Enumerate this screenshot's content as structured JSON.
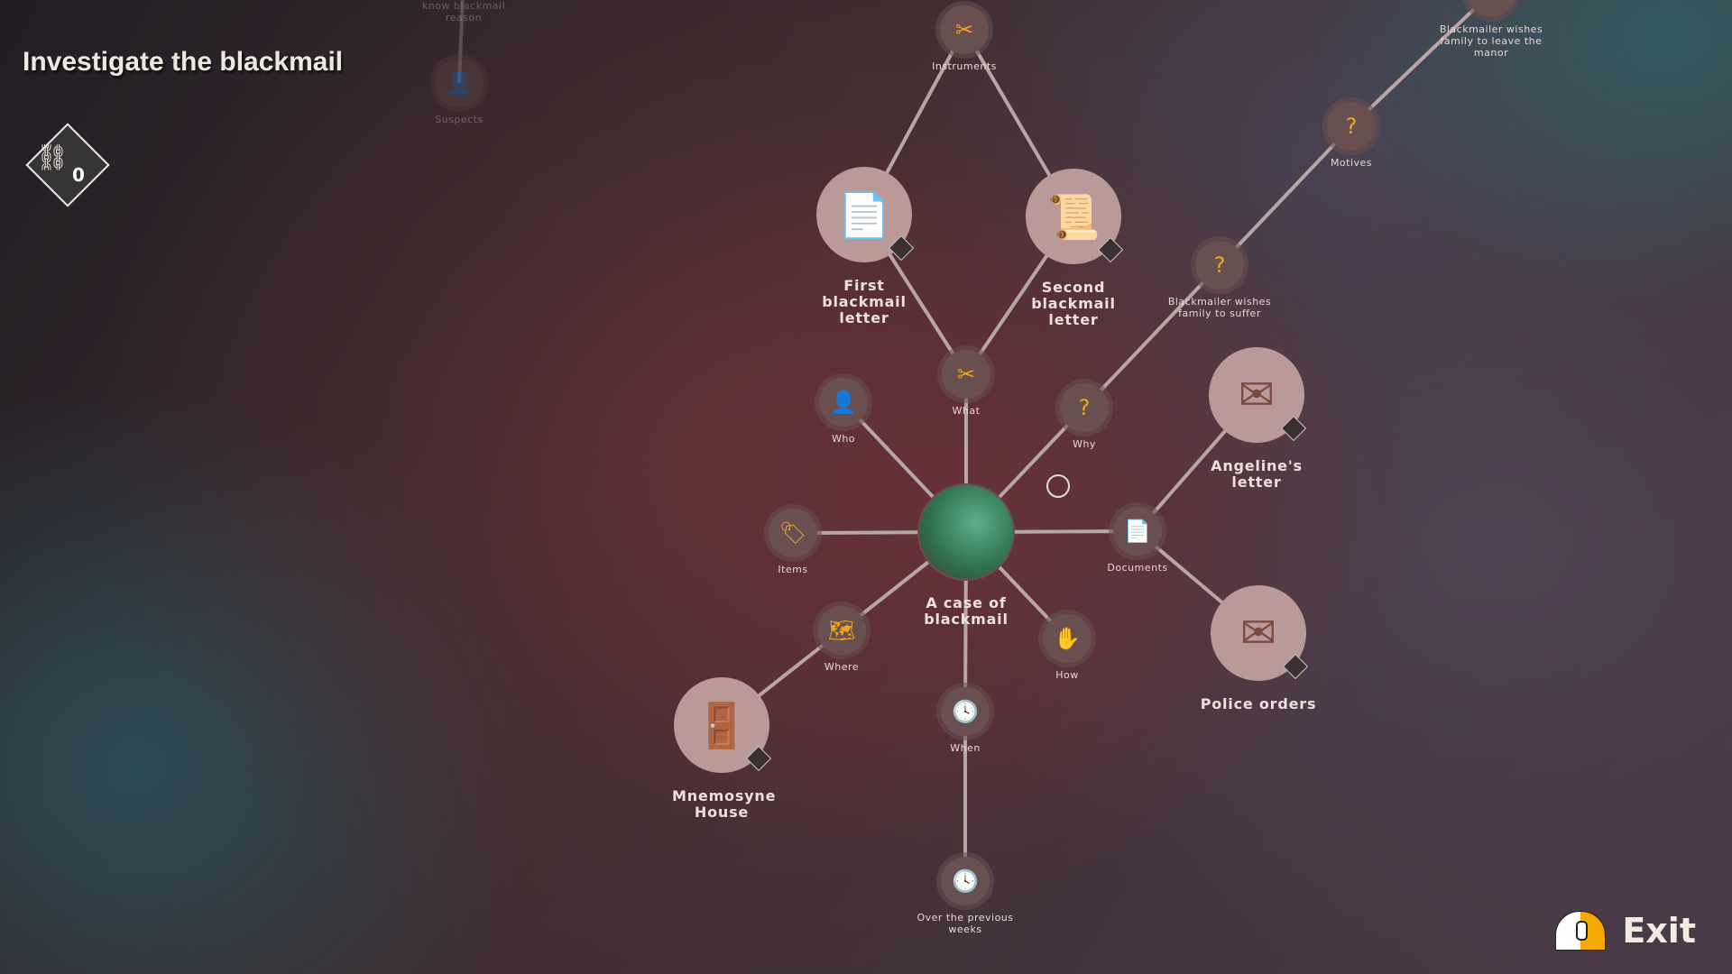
{
  "title": "Investigate the blackmail",
  "badge": {
    "icon": "chain-link-icon",
    "count": "0"
  },
  "exit": {
    "label": "Exit",
    "icon": "mouse-right-click-icon"
  },
  "nodes": {
    "center": "A case of blackmail",
    "instruments": "Instruments",
    "what": "What",
    "who": "Who",
    "why": "Why",
    "items": "Items",
    "documents": "Documents",
    "where": "Where",
    "how": "How",
    "when": "When",
    "weeks": "Over the previous weeks",
    "motives": "Motives",
    "suffer": "Blackmailer wishes family to suffer",
    "leave": "Blackmailer wishes family to leave the manor",
    "suspects": "Suspects",
    "reason": "know blackmail reason",
    "first": "First blackmail letter",
    "second": "Second blackmail letter",
    "angeline": "Angeline's letter",
    "police": "Police orders",
    "house": "Mnemosyne House"
  },
  "colors": {
    "accent": "#f0a818",
    "edge": "#b8a6a6",
    "node": "#6a4f50"
  }
}
